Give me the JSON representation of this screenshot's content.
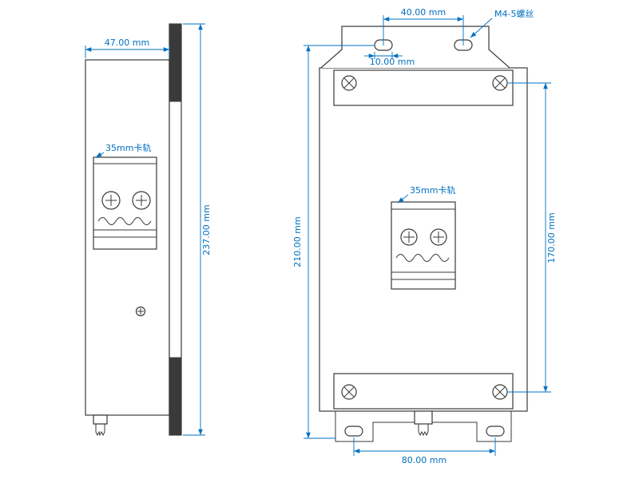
{
  "colors": {
    "dimension_blue": "#0070C0",
    "drawing_line": "#3A3A3A",
    "background": "#FFFFFF"
  },
  "side": {
    "width_label": "47.00 mm",
    "height_label": "237.00 mm",
    "din_rail_label": "35mm卡轨"
  },
  "front": {
    "top_hole_spacing_label": "40.00 mm",
    "slot_width_label": "10.00 mm",
    "screw_label": "M4-5螺丝",
    "left_height_label": "210.00 mm",
    "right_height_label": "170.00 mm",
    "bottom_hole_spacing_label": "80.00 mm",
    "din_rail_label": "35mm卡轨"
  }
}
